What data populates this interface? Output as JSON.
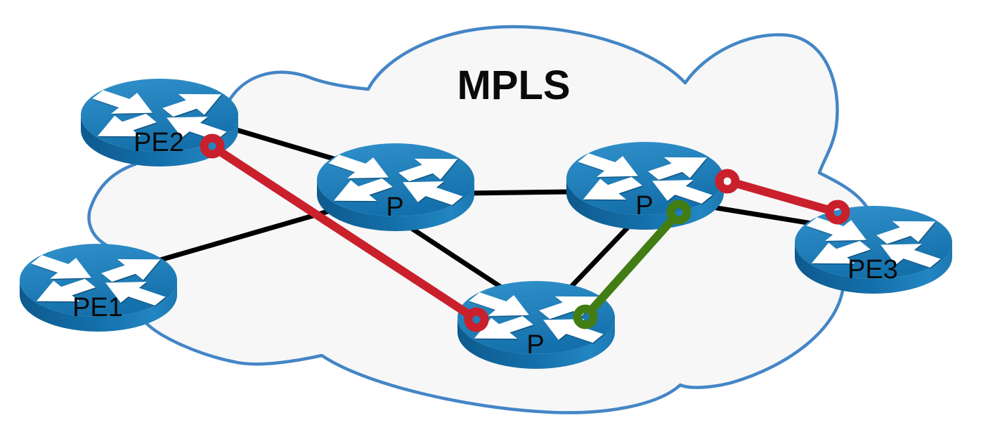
{
  "diagram": {
    "title": "MPLS",
    "type": "network-topology",
    "nodes": [
      {
        "id": "PE1",
        "label": "PE1",
        "role": "provider-edge-router",
        "icon": "router-icon"
      },
      {
        "id": "PE2",
        "label": "PE2",
        "role": "provider-edge-router",
        "icon": "router-icon"
      },
      {
        "id": "P-center",
        "label": "P",
        "role": "core-router",
        "icon": "router-icon"
      },
      {
        "id": "P-right",
        "label": "P",
        "role": "core-router",
        "icon": "router-icon"
      },
      {
        "id": "P-bottom",
        "label": "P",
        "role": "core-router",
        "icon": "router-icon"
      },
      {
        "id": "PE3",
        "label": "PE3",
        "role": "provider-edge-router",
        "icon": "router-icon"
      }
    ],
    "links": [
      {
        "from": "PE2",
        "to": "P-center",
        "style": "plain"
      },
      {
        "from": "PE1",
        "to": "P-center",
        "style": "plain"
      },
      {
        "from": "P-center",
        "to": "P-right",
        "style": "plain"
      },
      {
        "from": "P-center",
        "to": "P-bottom",
        "style": "plain"
      },
      {
        "from": "P-right",
        "to": "P-bottom",
        "style": "plain"
      },
      {
        "from": "P-right",
        "to": "PE3",
        "style": "plain"
      }
    ],
    "highlighted_paths": [
      {
        "name": "red-path",
        "color": "#c9202b",
        "segments": [
          {
            "from": "PE2",
            "to": "P-bottom"
          },
          {
            "from": "P-right",
            "to": "PE3"
          }
        ]
      },
      {
        "name": "green-path",
        "color": "#427d14",
        "segments": [
          {
            "from": "P-bottom",
            "to": "P-right"
          }
        ]
      }
    ],
    "colors": {
      "cloud_fill": "#f7f7f8",
      "cloud_stroke": "#4486c6",
      "router_top": "#1f7fba",
      "router_side": "#136298",
      "link": "#000000",
      "path_red": "#c9202b",
      "path_green": "#427d14",
      "label_text": "#0a0a0a"
    }
  }
}
